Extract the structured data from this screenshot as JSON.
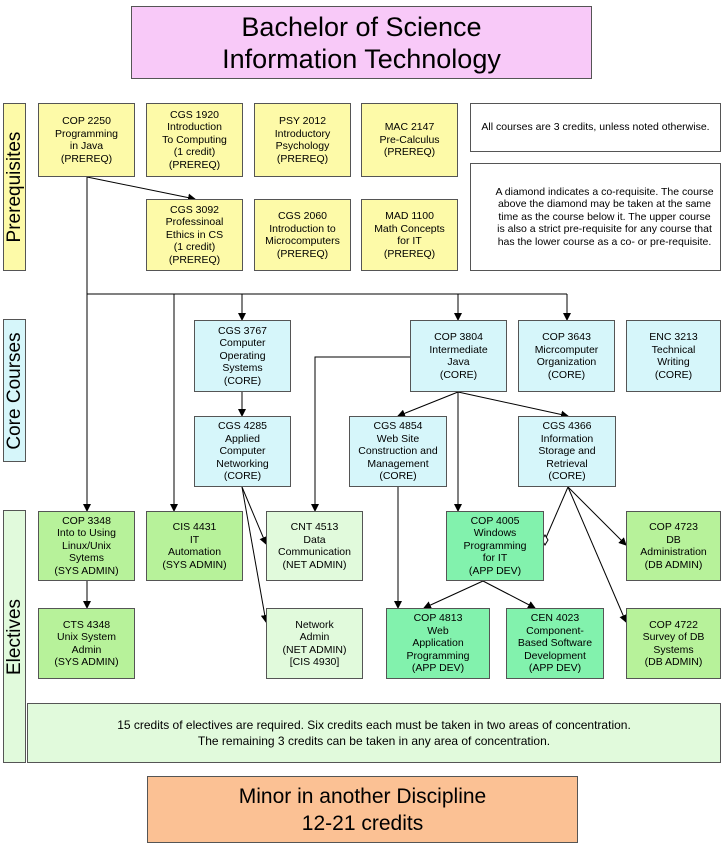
{
  "title": {
    "line1": "Bachelor of Science",
    "line2": "Information Technology"
  },
  "sections": {
    "prerequisites": "Prerequisites",
    "core": "Core Courses",
    "electives": "Electives"
  },
  "prereqs": [
    {
      "lines": [
        "COP 2250",
        "Programming",
        "in Java",
        "(PREREQ)"
      ]
    },
    {
      "lines": [
        "CGS 1920",
        "Introduction",
        "To Computing",
        "(1 credit)",
        "(PREREQ)"
      ]
    },
    {
      "lines": [
        "PSY 2012",
        "Introductory",
        "Psychology",
        "(PREREQ)"
      ]
    },
    {
      "lines": [
        "MAC 2147",
        "Pre-Calculus",
        "(PREREQ)"
      ]
    },
    {
      "lines": [
        "CGS 3092",
        "Professinoal",
        "Ethics in CS",
        "(1 credit)",
        "(PREREQ)"
      ]
    },
    {
      "lines": [
        "CGS 2060",
        "Introduction to",
        "Microcomputers",
        "(PREREQ)"
      ]
    },
    {
      "lines": [
        "MAD 1100",
        "Math Concepts",
        "for IT",
        "(PREREQ)"
      ]
    }
  ],
  "notes": {
    "credits": "All courses are 3 credits, unless noted otherwise.",
    "diamond": "A diamond indicates a co-requisite. The course above the diamond may be taken at the same time as the course below it. The upper course is also a strict pre-requisite for any course that has the lower course as a co- or pre-requisite."
  },
  "core": [
    {
      "lines": [
        "CGS 3767",
        "Computer",
        "Operating",
        "Systems",
        "(CORE)"
      ]
    },
    {
      "lines": [
        "COP 3804",
        "Intermediate",
        "Java",
        "(CORE)"
      ]
    },
    {
      "lines": [
        "COP 3643",
        "Micrcomputer",
        "Organization",
        "(CORE)"
      ]
    },
    {
      "lines": [
        "ENC 3213",
        "Technical",
        "Writing",
        "(CORE)"
      ]
    },
    {
      "lines": [
        "CGS 4285",
        "Applied",
        "Computer",
        "Networking",
        "(CORE)"
      ]
    },
    {
      "lines": [
        "CGS 4854",
        "Web Site",
        "Construction and",
        "Management",
        "(CORE)"
      ]
    },
    {
      "lines": [
        "CGS 4366",
        "Information",
        "Storage and",
        "Retrieval",
        "(CORE)"
      ]
    }
  ],
  "electives": [
    {
      "lines": [
        "COP 3348",
        "Into to Using",
        "Linux/Unix",
        "Sytems",
        "(SYS ADMIN)"
      ]
    },
    {
      "lines": [
        "CIS 4431",
        "IT",
        "Automation",
        "(SYS ADMIN)"
      ]
    },
    {
      "lines": [
        "CNT 4513",
        "Data",
        "Communication",
        "(NET ADMIN)"
      ]
    },
    {
      "lines": [
        "COP 4005",
        "Windows",
        "Programming",
        "for IT",
        "(APP DEV)"
      ]
    },
    {
      "lines": [
        "COP 4723",
        "DB",
        "Administration",
        "(DB ADMIN)"
      ]
    },
    {
      "lines": [
        "CTS 4348",
        "Unix System",
        "Admin",
        "(SYS ADMIN)"
      ]
    },
    {
      "lines": [
        "Network",
        "Admin",
        "(NET ADMIN)",
        "[CIS 4930]"
      ]
    },
    {
      "lines": [
        "COP 4813",
        "Web",
        "Application",
        "Programming",
        "(APP DEV)"
      ]
    },
    {
      "lines": [
        "CEN 4023",
        "Component-",
        "Based Software",
        "Development",
        "(APP DEV)"
      ]
    },
    {
      "lines": [
        "COP 4722",
        "Survey of DB",
        "Systems",
        "(DB ADMIN)"
      ]
    }
  ],
  "electives_note": {
    "line1": "15 credits of electives are required. Six credits each must be taken in two areas of concentration.",
    "line2": "The remaining 3 credits can be taken in any area of concentration."
  },
  "minor": {
    "line1": "Minor in another Discipline",
    "line2": "12-21 credits"
  },
  "colors": {
    "title_bg": "#f8c9f8",
    "prereq": "#fdfaa8",
    "core": "#d6f6fa",
    "sys_admin": "#b7f29a",
    "net_admin": "#e1fadc",
    "app_dev": "#82f2ad",
    "db_admin": "#b7f29a",
    "minor_bg": "#fbc194"
  }
}
